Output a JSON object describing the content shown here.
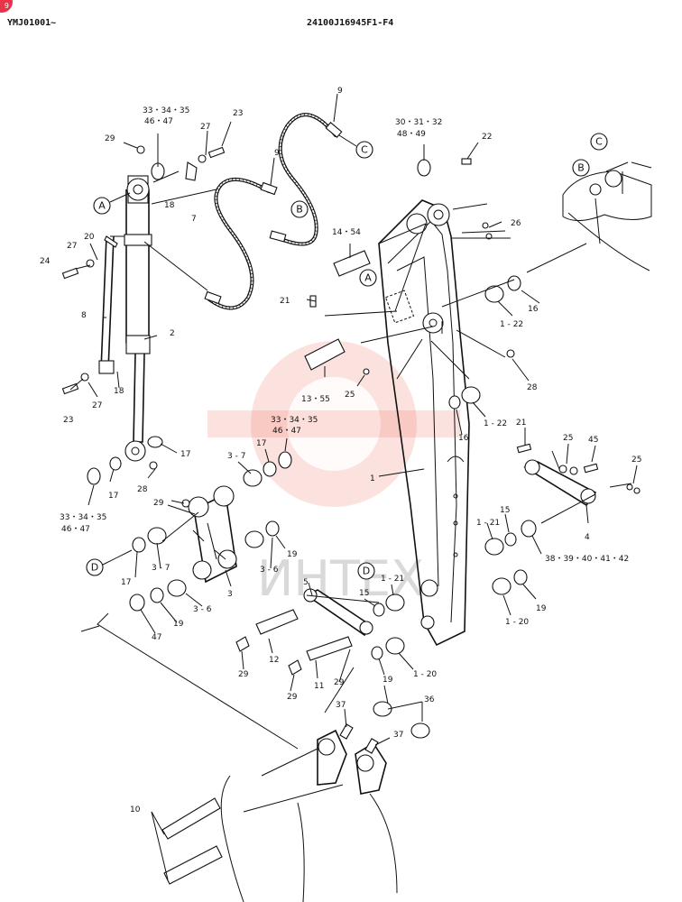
{
  "header": {
    "serial_range": "YMJ01001~",
    "drawing_number": "24100J16945F1-F4",
    "page_badge": "9"
  },
  "watermark": {
    "text": "ИНТЕХ",
    "color": "#ef4b3a"
  },
  "callouts": {
    "A": "A",
    "B": "B",
    "C": "C",
    "D": "D"
  },
  "labels": {
    "l_33_hdr_a": "33・34・35",
    "l_33_hdr_b": "46・47",
    "l_23_top": "23",
    "l_27_top": "27",
    "l_29_top": "29",
    "l_18_top": "18",
    "l_7": "7",
    "l_9_top": "9",
    "l_9_mid": "9",
    "l_30_a": "30・31・32",
    "l_30_b": "48・49",
    "l_22": "22",
    "l_26": "26",
    "l_14_54": "14・54",
    "l_20": "20",
    "l_27_left": "27",
    "l_24": "24",
    "l_8": "8",
    "l_2": "2",
    "l_21_mid": "21",
    "l_16_top": "16",
    "l_1_22_top": "1 - 22",
    "l_28_right": "28",
    "l_13_55": "13・55",
    "l_25_mid": "25",
    "l_1_22_mid": "1 - 22",
    "l_16_mid": "16",
    "l_23_low": "23",
    "l_27_low": "27",
    "l_18_low": "18",
    "l_17_a": "17",
    "l_33_mid_a": "33・34・35",
    "l_33_mid_b": "46・47",
    "l_3_7_top": "3 - 7",
    "l_17_b": "17",
    "l_1": "1",
    "l_21_right": "21",
    "l_25_right_a": "25",
    "l_45": "45",
    "l_25_right_b": "25",
    "l_17_c": "17",
    "l_28_low": "28",
    "l_29_mid": "29",
    "l_33_low_a": "33・34・35",
    "l_33_low_b": "46・47",
    "l_4": "4",
    "l_15_right": "15",
    "l_1_21_right": "1 - 21",
    "l_38": "38・39・40・41・42",
    "l_17_d": "17",
    "l_3_7_low": "3 - 7",
    "l_19_a": "19",
    "l_3_6_a": "3 - 6",
    "l_3": "3",
    "l_5": "5",
    "l_1_21_low": "1 - 21",
    "l_15_low": "15",
    "l_19_right": "19",
    "l_1_20_a": "1 - 20",
    "l_47": "47",
    "l_19_b": "19",
    "l_3_6_b": "3 - 6",
    "l_12": "12",
    "l_29_b": "29",
    "l_29_c": "29",
    "l_11": "11",
    "l_29_d": "29",
    "l_19_c": "19",
    "l_1_20_b": "1 - 20",
    "l_37_a": "37",
    "l_36": "36",
    "l_37_b": "37",
    "l_10": "10"
  }
}
